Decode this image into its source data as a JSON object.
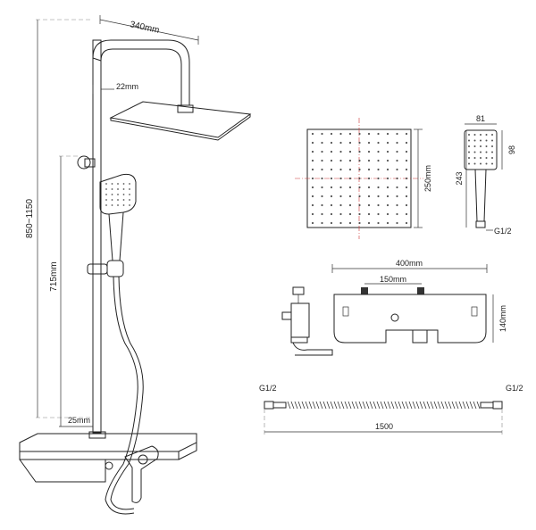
{
  "dimensions": {
    "arm_length": "340mm",
    "arm_pipe": "22mm",
    "column_height": "850~1150",
    "rail_length": "715mm",
    "bottom_pipe": "25mm",
    "head_size": "250mm",
    "hand_width": "81",
    "hand_head_height": "98",
    "hand_length": "243",
    "hand_thread": "G1/2",
    "shelf_width": "400mm",
    "inlet_spacing": "150mm",
    "shelf_height": "140mm",
    "hose_thread_left": "G1/2",
    "hose_thread_right": "G1/2",
    "hose_length": "1500"
  }
}
